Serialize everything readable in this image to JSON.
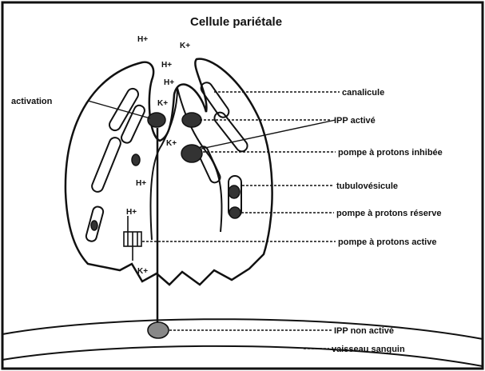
{
  "title": "Cellule pariétale",
  "labels": {
    "activation": "activation",
    "canalicule": "canalicule",
    "ipp_active": "IPP activé",
    "pompe_inhibee": "pompe à protons inhibée",
    "tubulovesicule": "tubulovésicule",
    "pompe_reserve": "pompe à protons réserve",
    "pompe_active": "pompe à protons active",
    "ipp_non_active": "IPP non activé",
    "vaisseau": "vaisseau sanguin"
  },
  "ions": {
    "h_plus": "H+",
    "k_plus": "K+"
  },
  "colors": {
    "ink": "#111111",
    "background": "#ffffff"
  }
}
